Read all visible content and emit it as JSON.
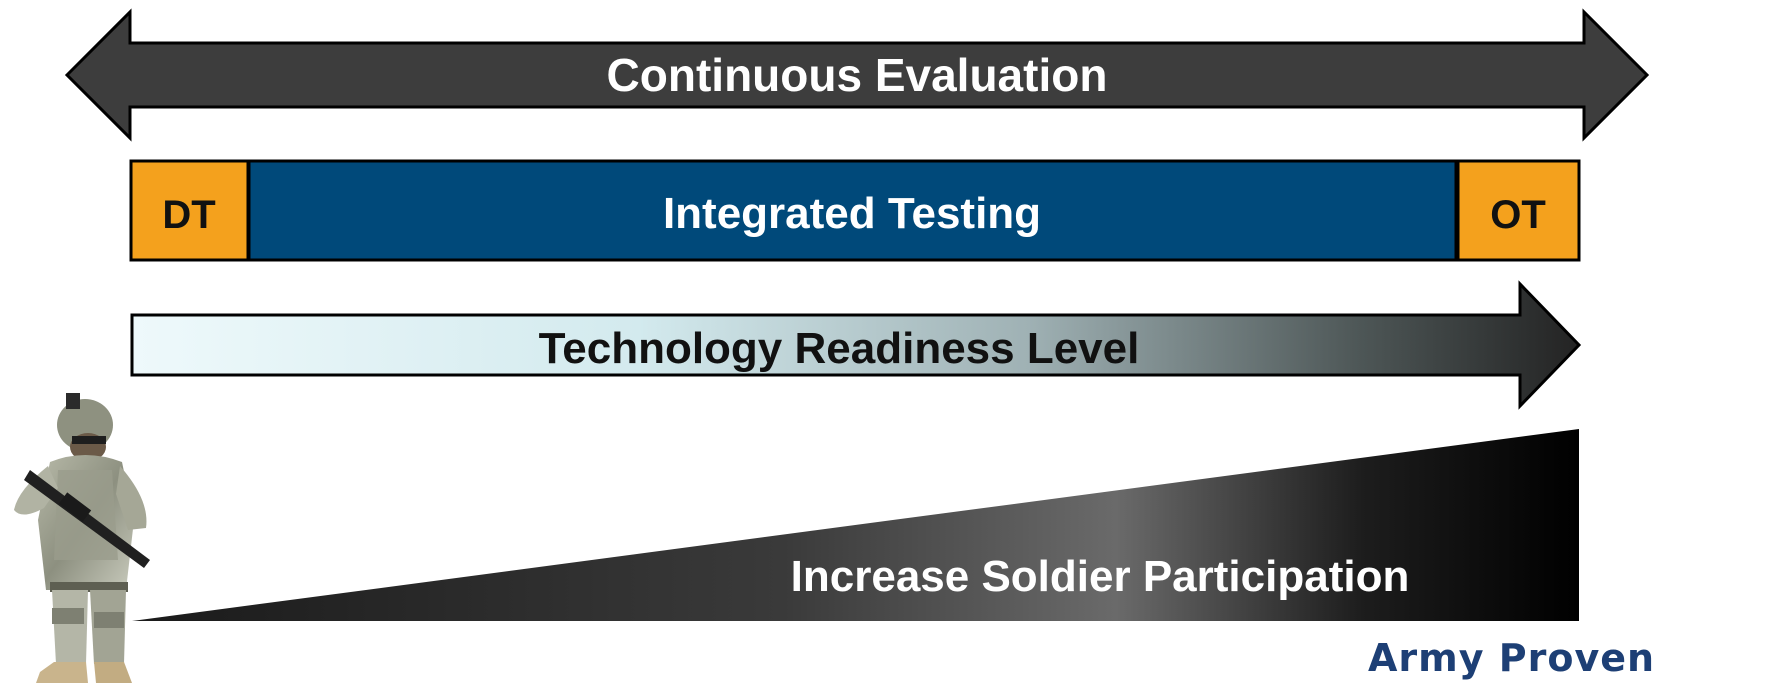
{
  "diagram": {
    "continuous_evaluation": {
      "label": "Continuous Evaluation",
      "fill": "#3d3d3d"
    },
    "testing_bar": {
      "left_label": "DT",
      "center_label": "Integrated Testing",
      "right_label": "OT",
      "orange": "#f4a11d",
      "blue": "#00497a"
    },
    "technology_readiness": {
      "label": "Technology Readiness Level",
      "gradient_start": "#e6f5f8",
      "gradient_end": "#262626"
    },
    "soldier_participation": {
      "label": "Increase Soldier Participation"
    },
    "soldier_image": {
      "icon": "soldier-figure"
    },
    "brand": {
      "line1": "Army Proven"
    }
  }
}
